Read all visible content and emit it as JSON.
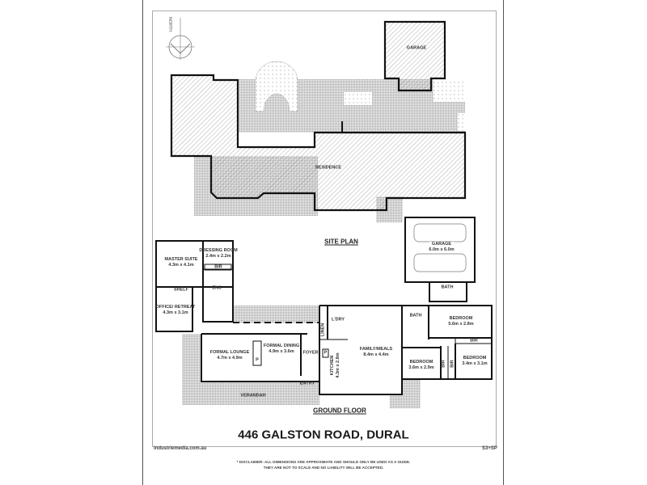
{
  "site_plan": {
    "heading": "SITE PLAN",
    "north_label": "NORTH",
    "garage_label": "GARAGE",
    "residence_label": "RESIDENCE"
  },
  "ground_floor": {
    "heading": "GROUND FLOOR",
    "rooms": [
      {
        "name": "MASTER SUITE",
        "size": "4.3m x 4.1m"
      },
      {
        "name": "DRESSING ROOM",
        "size": "2.4m x 2.2m"
      },
      {
        "name": "BIR"
      },
      {
        "name": "ENS"
      },
      {
        "name": "SHELF"
      },
      {
        "name": "OFFICE/ RETREAT",
        "size": "4.3m x 3.1m"
      },
      {
        "name": "FORMAL LOUNGE",
        "size": "4.7m x 4.9m"
      },
      {
        "name": "FORMAL DINING",
        "size": "4.9m x 3.6m"
      },
      {
        "name": "FOYER"
      },
      {
        "name": "ENTRY"
      },
      {
        "name": "VERANDAH"
      },
      {
        "name": "L'DRY"
      },
      {
        "name": "LINEN"
      },
      {
        "name": "KITCHEN",
        "size": "4.3m x 2.8m"
      },
      {
        "name": "FAMILY/MEALS",
        "size": "8.4m x 4.4m"
      },
      {
        "name": "BATH"
      },
      {
        "name": "BEDROOM",
        "size": "5.6m x 2.8m"
      },
      {
        "name": "BIR"
      },
      {
        "name": "BEDROOM",
        "size": "3.6m x 2.9m"
      },
      {
        "name": "BIR"
      },
      {
        "name": "BIR"
      },
      {
        "name": "BEDROOM",
        "size": "3.4m x 3.1m"
      },
      {
        "name": "GARAGE",
        "size": "6.0m x 6.0m"
      },
      {
        "name": "BATH"
      },
      {
        "name": "P"
      },
      {
        "name": "P"
      }
    ]
  },
  "footer": {
    "address": "446 GALSTON ROAD, DURAL",
    "website": "industriemedia.com.au",
    "code": "S3+SP",
    "disclaimer_line1": "* DISCLAIMER: ALL DIMENSIONS ARE APPROXIMATE AND SHOULD ONLY BE USED AS A GUIDE.",
    "disclaimer_line2": "THEY ARE NOT TO SCALE AND NO LIABILITY WILL BE ACCEPTED."
  },
  "colors": {
    "wall": "#111111",
    "hatch": "#9a9a9a",
    "paving": "#bdbdbd"
  }
}
